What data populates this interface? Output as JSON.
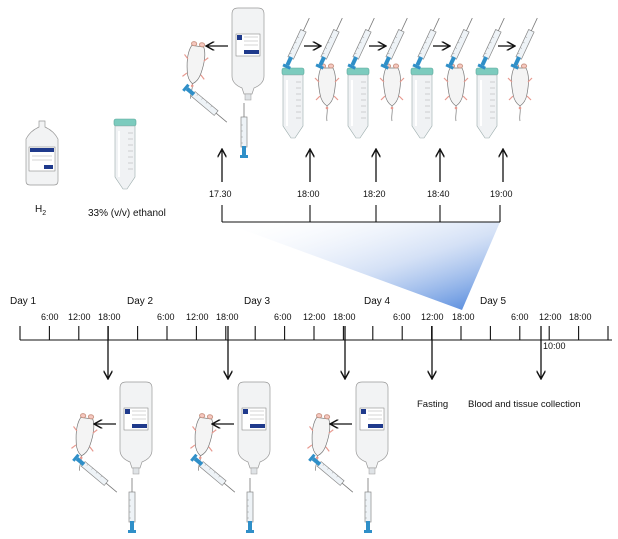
{
  "legend": {
    "water_label": "H",
    "water_subscript": "2",
    "ethanol_label": "33% (v/v) ethanol"
  },
  "detail_timeline": {
    "times": [
      "17.30",
      "18:00",
      "18:20",
      "18:40",
      "19:00"
    ]
  },
  "main_timeline": {
    "days": [
      "Day 1",
      "Day 2",
      "Day 3",
      "Day 4",
      "Day 5"
    ],
    "hours": [
      "6:00",
      "12:00",
      "18:00",
      "6:00",
      "12:00",
      "18:00",
      "6:00",
      "12:00",
      "18:00",
      "6:00",
      "12:00",
      "18:00",
      "6:00",
      "12:00",
      "18:00"
    ],
    "extra_time": "10:00",
    "fasting_label": "Fasting",
    "collection_label": "Blood and tissue collection"
  },
  "icons": {
    "bottle_label_text": "",
    "mouse_icon": "mouse-icon",
    "syringe_icon": "syringe-icon",
    "bottle_icon": "feeding-bottle-icon",
    "tube_icon": "conical-tube-icon"
  },
  "colors": {
    "tube_cap": "#7ccbbe",
    "syringe_plunger": "#2f8fc8",
    "bottle_label": "#1f3a8c",
    "wedge_start": "#ffffff",
    "wedge_end": "#3a78d8"
  }
}
